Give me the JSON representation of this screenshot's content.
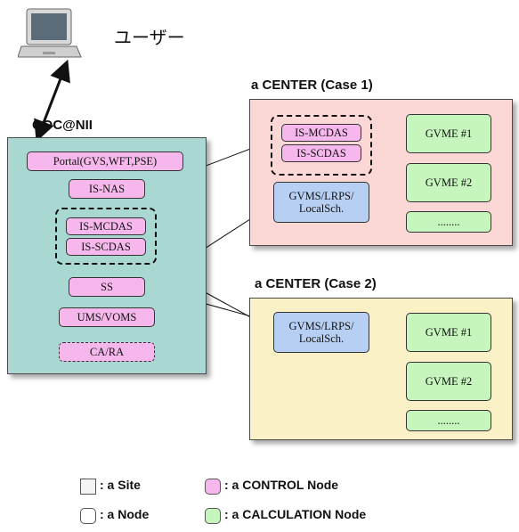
{
  "user": {
    "label": "ユーザー",
    "icon": "laptop-icon"
  },
  "goc": {
    "title": "GOC@NII",
    "nodes": {
      "portal": "Portal(GVS,WFT,PSE)",
      "isnas": "IS-NAS",
      "ismcdas": "IS-MCDAS",
      "isscdas": "IS-SCDAS",
      "ss": "SS",
      "ums": "UMS/VOMS",
      "cara": "CA/RA"
    }
  },
  "case1": {
    "title": "a CENTER (Case 1)",
    "ismcdas": "IS-MCDAS",
    "isscdas": "IS-SCDAS",
    "gvms": "GVMS/LRPS/\nLocalSch.",
    "gvme1": "GVME #1",
    "gvme2": "GVME #2",
    "more": "........"
  },
  "case2": {
    "title": "a CENTER (Case 2)",
    "gvms": "GVMS/LRPS/\nLocalSch.",
    "gvme1": "GVME #1",
    "gvme2": "GVME #2",
    "more": "........"
  },
  "legend": {
    "site": ": a Site",
    "node": ": a Node",
    "control": ": a CONTROL Node",
    "calc": ": a CALCULATION Node"
  },
  "colors": {
    "goc_site": "#a9d8d2",
    "case1_site": "#fbd7d5",
    "case2_site": "#fbf1c6",
    "control_node": "#f6b8ec",
    "calc_node": "#c6f5be",
    "local_node": "#b8cff4"
  }
}
